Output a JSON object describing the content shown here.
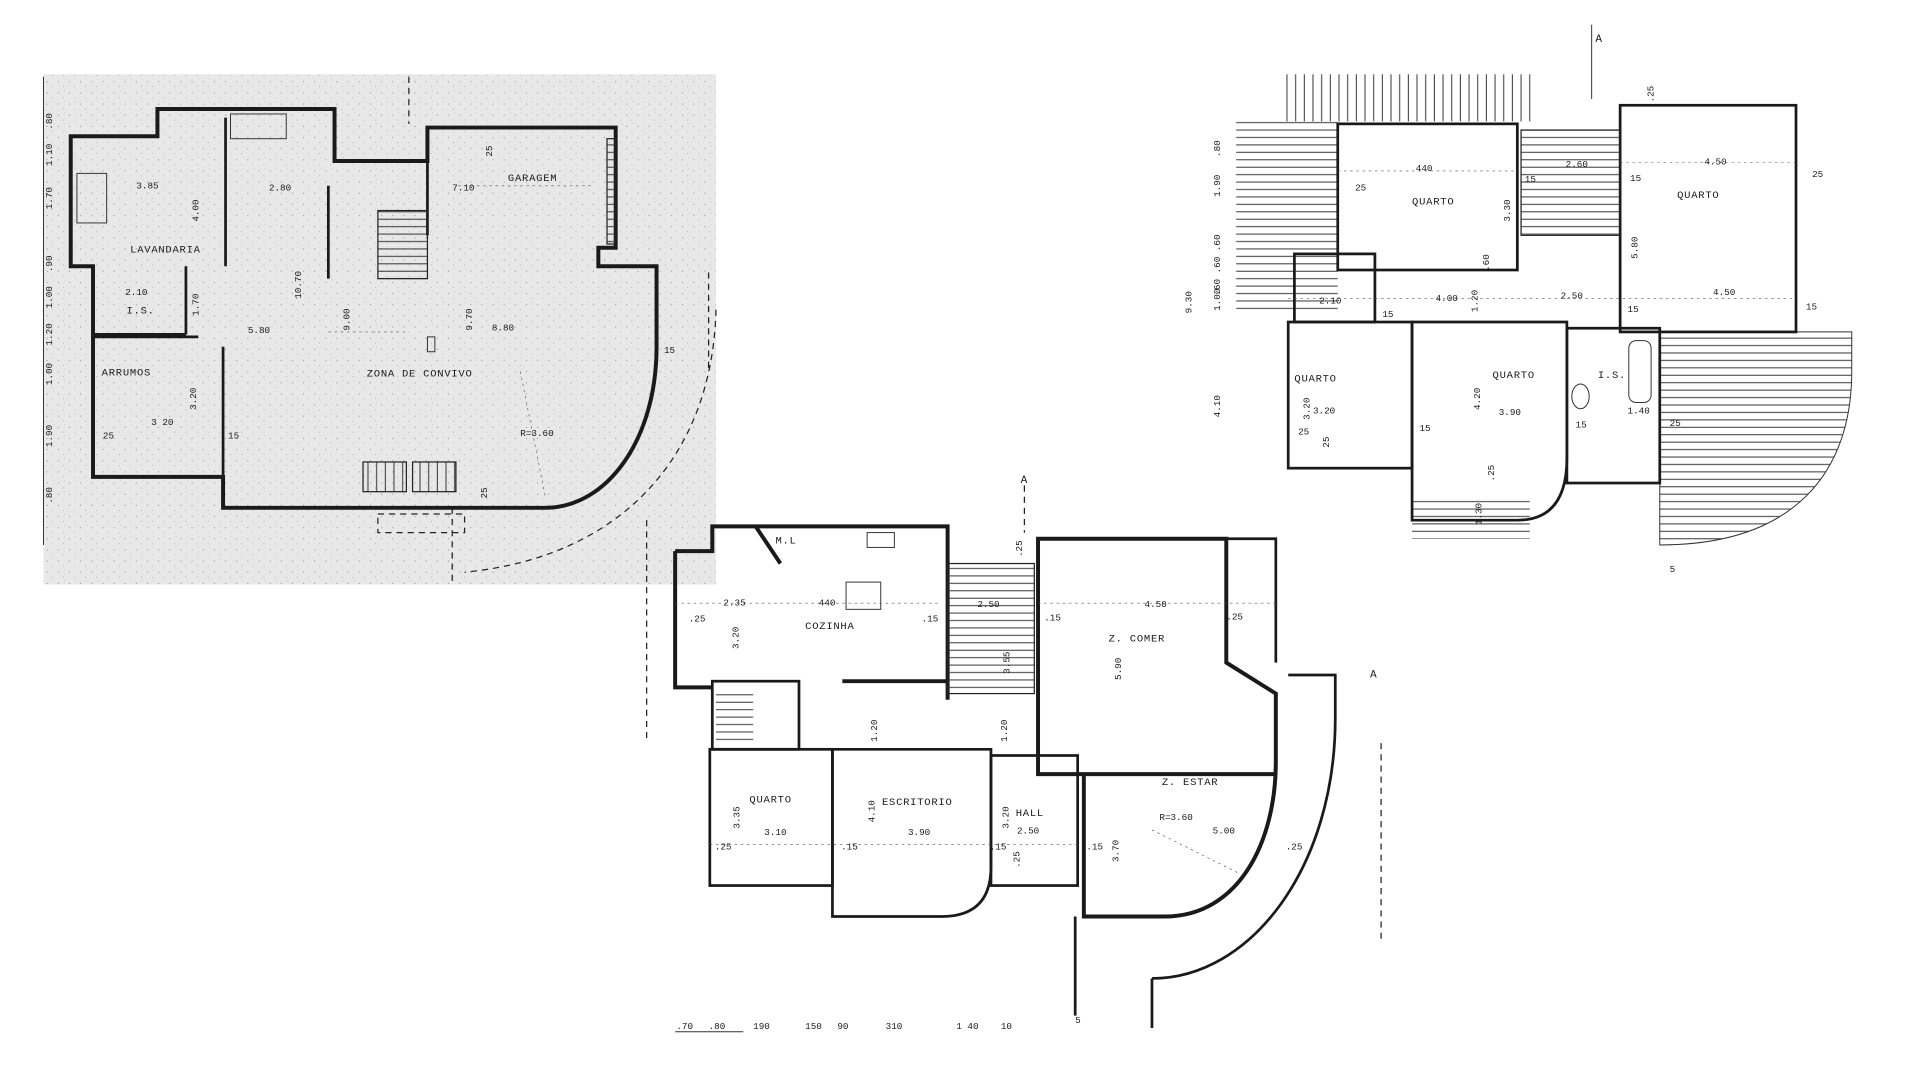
{
  "basement": {
    "room_labels": [
      "LAVANDARIA",
      "GARAGEM",
      "ARRUMOS",
      "ZONA  DE  CONVIVO",
      "I.S."
    ],
    "dimensions": [
      "3.85",
      "4.00",
      "2.80",
      "7.10",
      "25",
      "10.70",
      "9.00",
      "5.80",
      "9.70",
      "8.80",
      "2.10",
      "1.70",
      "3.20",
      "3 20",
      "25",
      "15",
      "R=3.60",
      "15",
      "25",
      ".80",
      "1.10",
      "1.70",
      ".90",
      "1.00",
      "1.20",
      "1.00",
      "1.90",
      ".80"
    ]
  },
  "ground_floor": {
    "room_labels": [
      "M.L",
      "COZINHA",
      "Z. COMER",
      "Z. ESTAR",
      "QUARTO",
      "ESCRITORIO",
      "HALL"
    ],
    "dimensions": [
      "2.35",
      "440",
      "3.20",
      ".25",
      ".15",
      "2.50",
      ".15",
      "3.55",
      ".25",
      "4.50",
      ".25",
      "5.90",
      "1.20",
      "1.20",
      "R=3.60",
      "5.00",
      "3.35",
      "3.10",
      ".25",
      "4.10",
      "3.90",
      ".15",
      "3.20",
      "2.50",
      ".15",
      ".25",
      ".15",
      "3.70",
      ".25",
      ".70",
      ".80",
      "190",
      "150",
      "90",
      "310",
      "1 40",
      "10",
      "5"
    ],
    "section_markers": [
      "A",
      "A"
    ]
  },
  "upper_floor": {
    "room_labels": [
      "QUARTO",
      "QUARTO",
      "QUARTO",
      "QUARTO",
      "I.S."
    ],
    "dimensions": [
      "440",
      "3.30",
      "25",
      "2.60",
      "15",
      "4.50",
      "15",
      "25",
      "5.80",
      "4.50",
      "4.00",
      "1.20",
      "2.50",
      "2.10",
      "15",
      "15",
      "15",
      ".60",
      "3.20",
      "3.20",
      "25",
      "25",
      "4.20",
      "3.90",
      "15",
      "1.40",
      "15",
      "25",
      ".25",
      "1.30",
      ".25",
      ".80",
      "1.90",
      ".60 .60 .60",
      "1.00",
      "9.30",
      "4.10",
      "5"
    ],
    "section_markers": [
      "A"
    ]
  },
  "colors": {
    "ink": "#1a1a1a",
    "basement_paper": "#e8e8e8",
    "paper": "#ffffff"
  }
}
